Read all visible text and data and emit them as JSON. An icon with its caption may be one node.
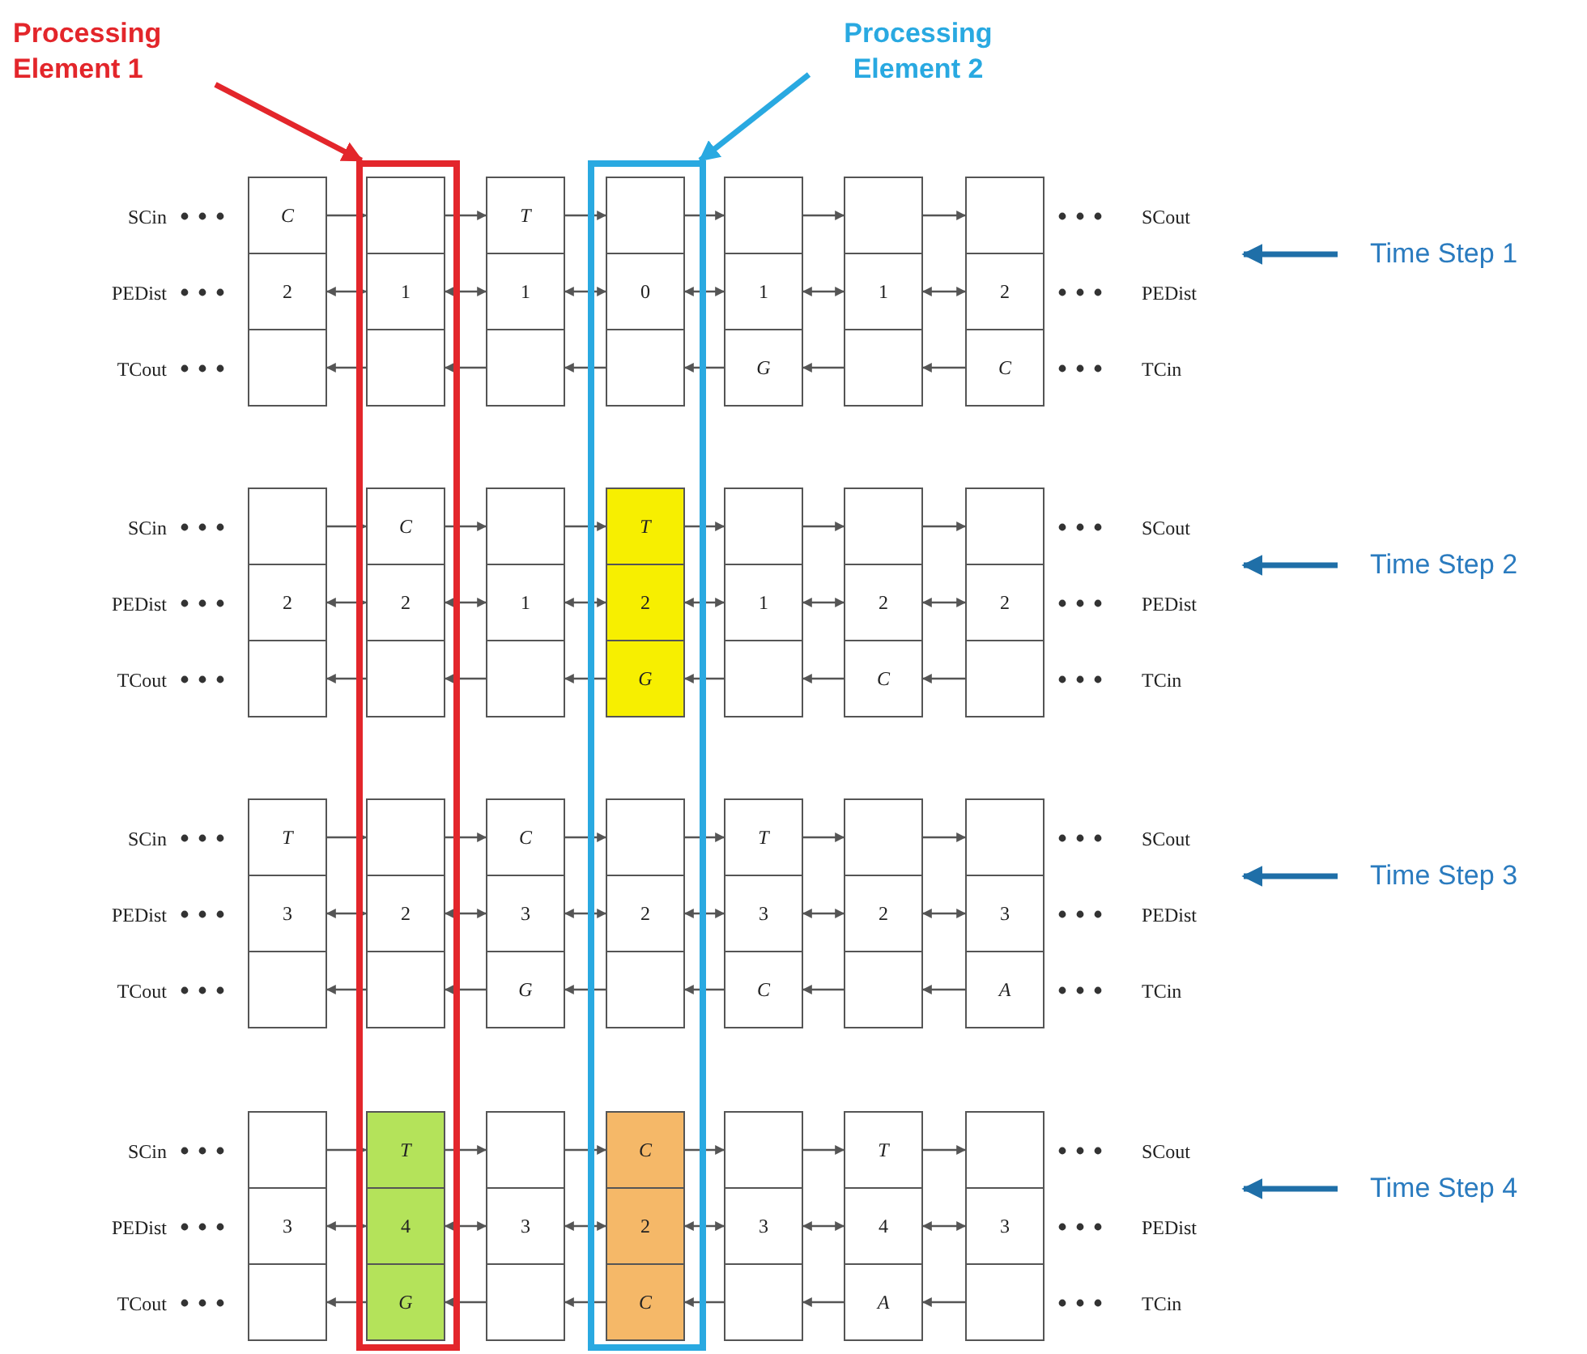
{
  "diagram": {
    "nodes": [
      {
        "text": [
          "Processing Element 1"
        ]
      },
      {
        "text": [
          "Processing Element 2"
        ]
      },
      {
        "text": [],
        "shape": "box"
      },
      {
        "text": [],
        "shape": "box"
      },
      {
        "text": [
          "Time Step 1"
        ]
      },
      {
        "text": [
          "C"
        ]
      },
      {
        "text": [],
        "shape": "box",
        "in": 2
      },
      {
        "text": [
          "T"
        ]
      },
      {
        "text": [],
        "shape": "box",
        "in": 3
      },
      {
        "text": [],
        "shape": "box"
      },
      {
        "text": [],
        "shape": "box"
      },
      {
        "text": [],
        "shape": "box"
      },
      {
        "text": [
          "2"
        ]
      },
      {
        "text": [
          "1"
        ],
        "in": 2
      },
      {
        "text": [
          "1"
        ]
      },
      {
        "text": [
          "0"
        ],
        "in": 3
      },
      {
        "text": [
          "1"
        ]
      },
      {
        "text": [
          "1"
        ]
      },
      {
        "text": [
          "2"
        ]
      },
      {
        "text": [],
        "shape": "box"
      },
      {
        "text": [],
        "shape": "box",
        "in": 2
      },
      {
        "text": [],
        "shape": "box"
      },
      {
        "text": [],
        "shape": "box",
        "in": 3
      },
      {
        "text": [
          "G"
        ]
      },
      {
        "text": [],
        "shape": "box"
      },
      {
        "text": [
          "C"
        ]
      },
      {
        "text": [
          "Time Step 2"
        ]
      },
      {
        "text": [],
        "shape": "box"
      },
      {
        "text": [
          "C"
        ],
        "in": 2
      },
      {
        "text": [],
        "shape": "box"
      },
      {
        "text": [
          "T"
        ],
        "in": 3
      },
      {
        "text": [],
        "shape": "box"
      },
      {
        "text": [],
        "shape": "box"
      },
      {
        "text": [],
        "shape": "box"
      },
      {
        "text": [
          "2"
        ]
      },
      {
        "text": [
          "2"
        ],
        "in": 2
      },
      {
        "text": [
          "1"
        ]
      },
      {
        "text": [
          "2"
        ],
        "in": 3
      },
      {
        "text": [
          "1"
        ]
      },
      {
        "text": [
          "2"
        ]
      },
      {
        "text": [
          "2"
        ]
      },
      {
        "text": [],
        "shape": "box"
      },
      {
        "text": [],
        "shape": "box",
        "in": 2
      },
      {
        "text": [],
        "shape": "box"
      },
      {
        "text": [
          "G"
        ],
        "in": 3
      },
      {
        "text": [],
        "shape": "box"
      },
      {
        "text": [
          "C"
        ]
      },
      {
        "text": [],
        "shape": "box"
      },
      {
        "text": [
          "Time Step 3"
        ]
      },
      {
        "text": [
          "T"
        ]
      },
      {
        "text": [],
        "shape": "box",
        "in": 2
      },
      {
        "text": [
          "C"
        ]
      },
      {
        "text": [],
        "shape": "box",
        "in": 3
      },
      {
        "text": [
          "T"
        ]
      },
      {
        "text": [],
        "shape": "box"
      },
      {
        "text": [],
        "shape": "box"
      },
      {
        "text": [
          "3"
        ]
      },
      {
        "text": [
          "2"
        ],
        "in": 2
      },
      {
        "text": [
          "3"
        ]
      },
      {
        "text": [
          "2"
        ],
        "in": 3
      },
      {
        "text": [
          "3"
        ]
      },
      {
        "text": [
          "2"
        ]
      },
      {
        "text": [
          "3"
        ]
      },
      {
        "text": [],
        "shape": "box"
      },
      {
        "text": [],
        "shape": "box",
        "in": 2
      },
      {
        "text": [
          "G"
        ]
      },
      {
        "text": [],
        "shape": "box",
        "in": 3
      },
      {
        "text": [
          "C"
        ]
      },
      {
        "text": [],
        "shape": "box"
      },
      {
        "text": [
          "A"
        ]
      },
      {
        "text": [
          "Time Step 4"
        ]
      },
      {
        "text": [],
        "shape": "box"
      },
      {
        "text": [
          "T"
        ],
        "in": 2
      },
      {
        "text": [],
        "shape": "box"
      },
      {
        "text": [
          "C"
        ],
        "in": 3
      },
      {
        "text": [],
        "shape": "box"
      },
      {
        "text": [
          "T"
        ]
      },
      {
        "text": [],
        "shape": "box"
      },
      {
        "text": [
          "3"
        ]
      },
      {
        "text": [
          "4"
        ],
        "in": 2
      },
      {
        "text": [
          "3"
        ]
      },
      {
        "text": [
          "2"
        ],
        "in": 3
      },
      {
        "text": [
          "3"
        ]
      },
      {
        "text": [
          "4"
        ]
      },
      {
        "text": [
          "3"
        ]
      },
      {
        "text": [],
        "shape": "box"
      },
      {
        "text": [
          "G"
        ],
        "in": 2
      },
      {
        "text": [],
        "shape": "box"
      },
      {
        "text": [
          "C"
        ],
        "in": 3
      },
      {
        "text": [],
        "shape": "box"
      },
      {
        "text": [
          "A"
        ]
      },
      {
        "text": [],
        "shape": "box"
      }
    ],
    "edges": [
      {
        "from": 0,
        "to": 2,
        "arrow": "to",
        "style": "thick",
        "color": "#e3262b"
      },
      {
        "from": 1,
        "to": 3,
        "arrow": "to",
        "style": "thick",
        "color": "#29a9e1"
      },
      {
        "from": 4,
        "to": null,
        "arrow": "to",
        "style": "thick",
        "color": "#1f6fa8"
      },
      {
        "from": 26,
        "to": null,
        "arrow": "to",
        "style": "thick",
        "color": "#1f6fa8"
      },
      {
        "from": 48,
        "to": null,
        "arrow": "to",
        "style": "thick",
        "color": "#1f6fa8"
      },
      {
        "from": 70,
        "to": null,
        "arrow": "to",
        "style": "thick",
        "color": "#1f6fa8"
      },
      {
        "from": 5,
        "to": 6,
        "arrow": "to"
      },
      {
        "from": 6,
        "to": 7,
        "arrow": "to"
      },
      {
        "from": 7,
        "to": 8,
        "arrow": "to"
      },
      {
        "from": 8,
        "to": 9,
        "arrow": "to"
      },
      {
        "from": 9,
        "to": 10,
        "arrow": "to"
      },
      {
        "from": 10,
        "to": 11,
        "arrow": "to"
      },
      {
        "from": 12,
        "to": 13,
        "arrow": "both"
      },
      {
        "from": 13,
        "to": 14,
        "arrow": "both"
      },
      {
        "from": 14,
        "to": 15,
        "arrow": "both"
      },
      {
        "from": 15,
        "to": 16,
        "arrow": "both"
      },
      {
        "from": 16,
        "to": 17,
        "arrow": "both"
      },
      {
        "from": 17,
        "to": 18,
        "arrow": "both"
      },
      {
        "from": 20,
        "to": 19,
        "arrow": "to"
      },
      {
        "from": 21,
        "to": 20,
        "arrow": "to"
      },
      {
        "from": 22,
        "to": 21,
        "arrow": "to"
      },
      {
        "from": 23,
        "to": 22,
        "arrow": "to"
      },
      {
        "from": 24,
        "to": 23,
        "arrow": "to"
      },
      {
        "from": 25,
        "to": 24,
        "arrow": "to"
      },
      {
        "from": 27,
        "to": 28,
        "arrow": "to"
      },
      {
        "from": 28,
        "to": 29,
        "arrow": "to"
      },
      {
        "from": 29,
        "to": 30,
        "arrow": "to"
      },
      {
        "from": 30,
        "to": 31,
        "arrow": "to"
      },
      {
        "from": 31,
        "to": 32,
        "arrow": "to"
      },
      {
        "from": 32,
        "to": 33,
        "arrow": "to"
      },
      {
        "from": 34,
        "to": 35,
        "arrow": "both"
      },
      {
        "from": 35,
        "to": 36,
        "arrow": "both"
      },
      {
        "from": 36,
        "to": 37,
        "arrow": "both"
      },
      {
        "from": 37,
        "to": 38,
        "arrow": "both"
      },
      {
        "from": 38,
        "to": 39,
        "arrow": "both"
      },
      {
        "from": 39,
        "to": 40,
        "arrow": "both"
      },
      {
        "from": 42,
        "to": 41,
        "arrow": "to"
      },
      {
        "from": 43,
        "to": 42,
        "arrow": "to"
      },
      {
        "from": 44,
        "to": 43,
        "arrow": "to"
      },
      {
        "from": 45,
        "to": 44,
        "arrow": "to"
      },
      {
        "from": 46,
        "to": 45,
        "arrow": "to"
      },
      {
        "from": 47,
        "to": 46,
        "arrow": "to"
      },
      {
        "from": 49,
        "to": 50,
        "arrow": "to"
      },
      {
        "from": 50,
        "to": 51,
        "arrow": "to"
      },
      {
        "from": 51,
        "to": 52,
        "arrow": "to"
      },
      {
        "from": 52,
        "to": 53,
        "arrow": "to"
      },
      {
        "from": 53,
        "to": 54,
        "arrow": "to"
      },
      {
        "from": 54,
        "to": 55,
        "arrow": "to"
      },
      {
        "from": 56,
        "to": 57,
        "arrow": "both"
      },
      {
        "from": 57,
        "to": 58,
        "arrow": "both"
      },
      {
        "from": 58,
        "to": 59,
        "arrow": "both"
      },
      {
        "from": 59,
        "to": 60,
        "arrow": "both"
      },
      {
        "from": 60,
        "to": 61,
        "arrow": "both"
      },
      {
        "from": 61,
        "to": 62,
        "arrow": "both"
      },
      {
        "from": 64,
        "to": 63,
        "arrow": "to"
      },
      {
        "from": 65,
        "to": 64,
        "arrow": "to"
      },
      {
        "from": 66,
        "to": 65,
        "arrow": "to"
      },
      {
        "from": 67,
        "to": 66,
        "arrow": "to"
      },
      {
        "from": 68,
        "to": 67,
        "arrow": "to"
      },
      {
        "from": 69,
        "to": 68,
        "arrow": "to"
      },
      {
        "from": 71,
        "to": 72,
        "arrow": "to"
      },
      {
        "from": 72,
        "to": 73,
        "arrow": "to"
      },
      {
        "from": 73,
        "to": 74,
        "arrow": "to"
      },
      {
        "from": 74,
        "to": 75,
        "arrow": "to"
      },
      {
        "from": 75,
        "to": 76,
        "arrow": "to"
      },
      {
        "from": 76,
        "to": 77,
        "arrow": "to"
      },
      {
        "from": 78,
        "to": 79,
        "arrow": "both"
      },
      {
        "from": 79,
        "to": 80,
        "arrow": "both"
      },
      {
        "from": 80,
        "to": 81,
        "arrow": "both"
      },
      {
        "from": 81,
        "to": 82,
        "arrow": "both"
      },
      {
        "from": 82,
        "to": 83,
        "arrow": "both"
      },
      {
        "from": 83,
        "to": 84,
        "arrow": "both"
      },
      {
        "from": 86,
        "to": 85,
        "arrow": "to"
      },
      {
        "from": 87,
        "to": 86,
        "arrow": "to"
      },
      {
        "from": 88,
        "to": 87,
        "arrow": "to"
      },
      {
        "from": 89,
        "to": 88,
        "arrow": "to"
      },
      {
        "from": 90,
        "to": 89,
        "arrow": "to"
      },
      {
        "from": 91,
        "to": 90,
        "arrow": "to"
      }
    ],
    "labels": [
      "SCin",
      "SCout",
      "PEDist",
      "PEDist",
      "TCout",
      "TCin",
      "SCin",
      "SCout",
      "PEDist",
      "PEDist",
      "TCout",
      "TCin",
      "SCin",
      "SCout",
      "PEDist",
      "PEDist",
      "TCout",
      "TCin",
      "SCin",
      "SCout",
      "PEDist",
      "PEDist",
      "TCout",
      "TCin"
    ]
  }
}
